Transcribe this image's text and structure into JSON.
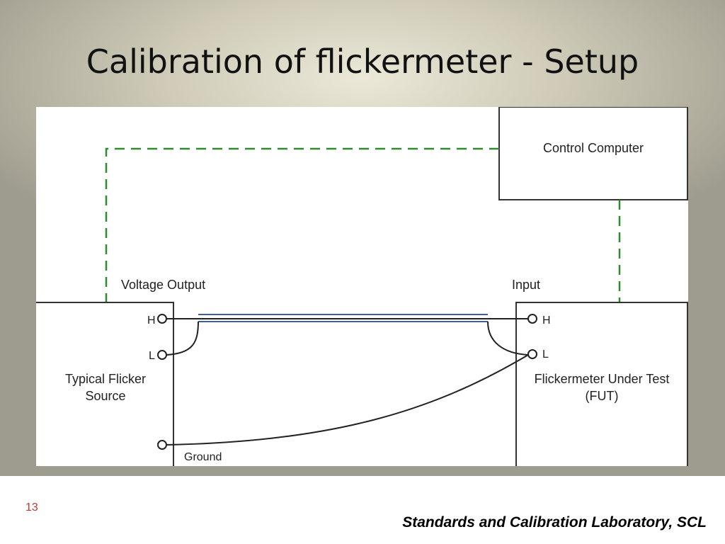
{
  "title": "Calibration of flickermeter - Setup",
  "diagram": {
    "control_computer": "Control Computer",
    "source_header": "Voltage Output",
    "input_header": "Input",
    "source_name_line1": "Typical Flicker",
    "source_name_line2": "Source",
    "fut_name_line1": "Flickermeter Under Test",
    "fut_name_line2": "(FUT)",
    "terminal_h": "H",
    "terminal_l": "L",
    "ground_label": "Ground"
  },
  "footer": {
    "page_number": "13",
    "organization": "Standards and Calibration Laboratory, SCL"
  },
  "colors": {
    "dashed_link": "#2e8b2e",
    "cable_shield": "#3b5fa0",
    "wire": "#222222",
    "page_number": "#c0392b"
  }
}
